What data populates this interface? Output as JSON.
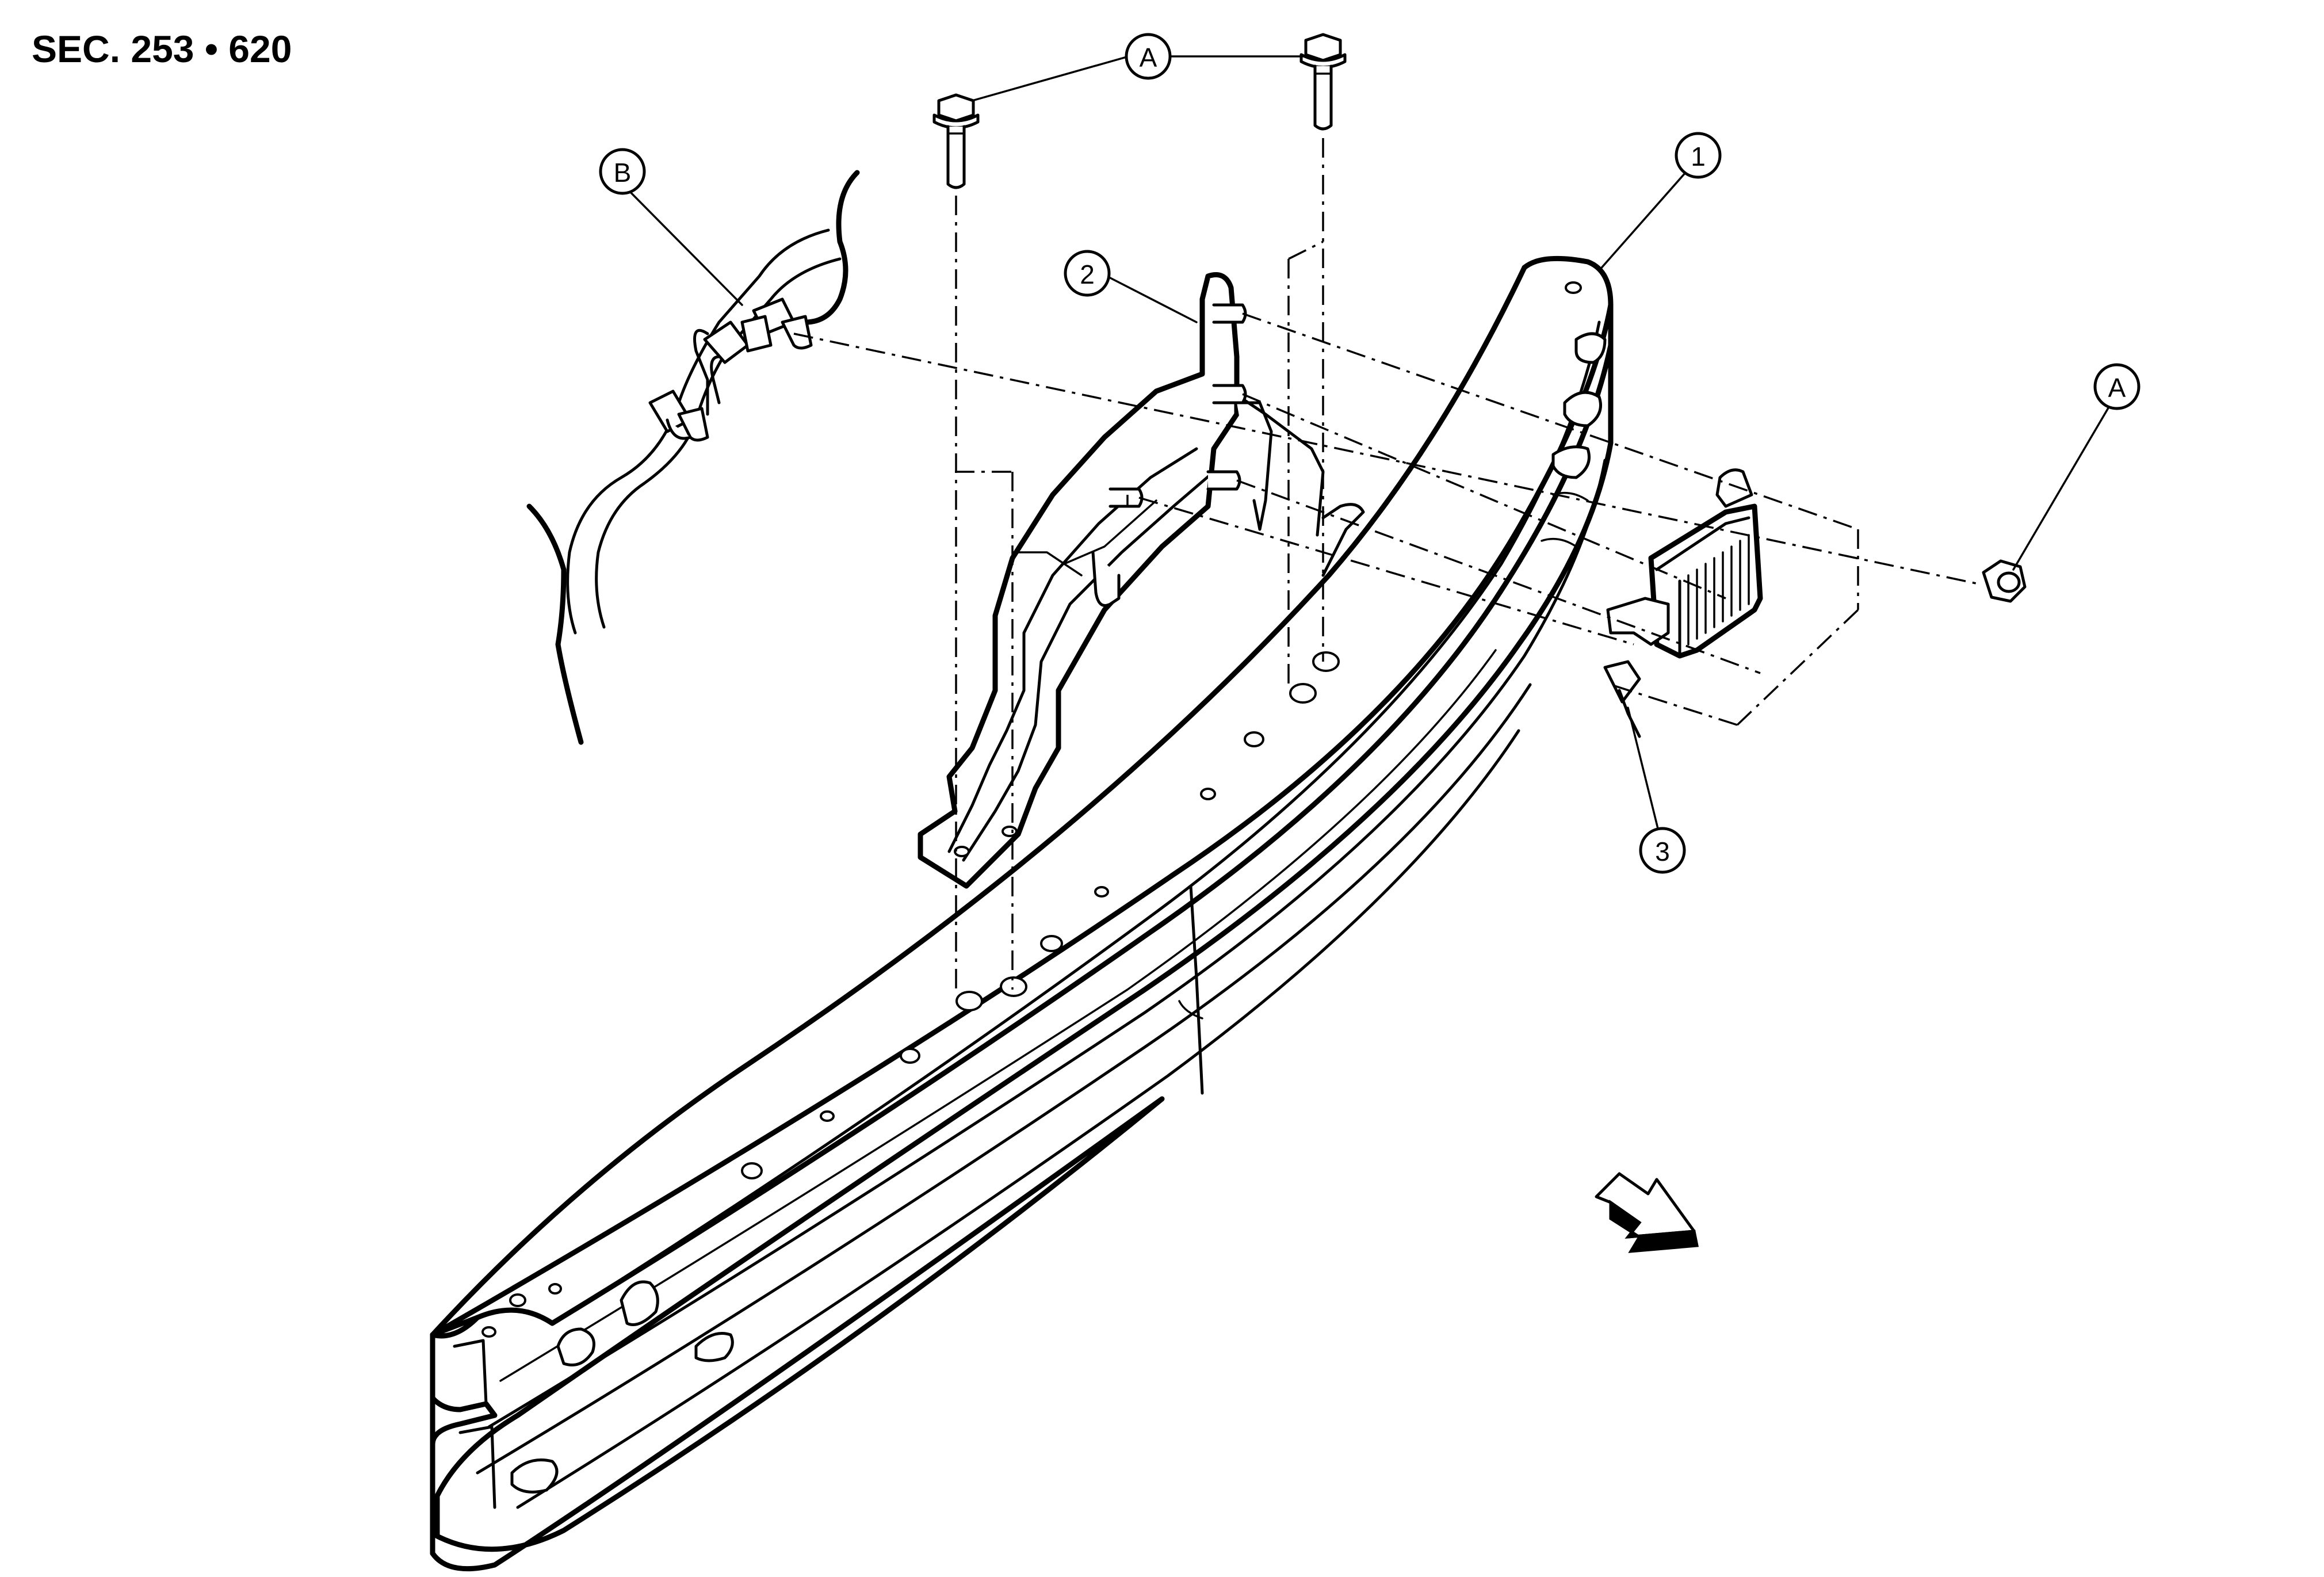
{
  "header": {
    "section_label": "SEC. 253 • 620"
  },
  "callouts": {
    "a_top": "A",
    "a_right": "A",
    "b": "B",
    "part_1": "1",
    "part_2": "2",
    "part_3": "3"
  }
}
